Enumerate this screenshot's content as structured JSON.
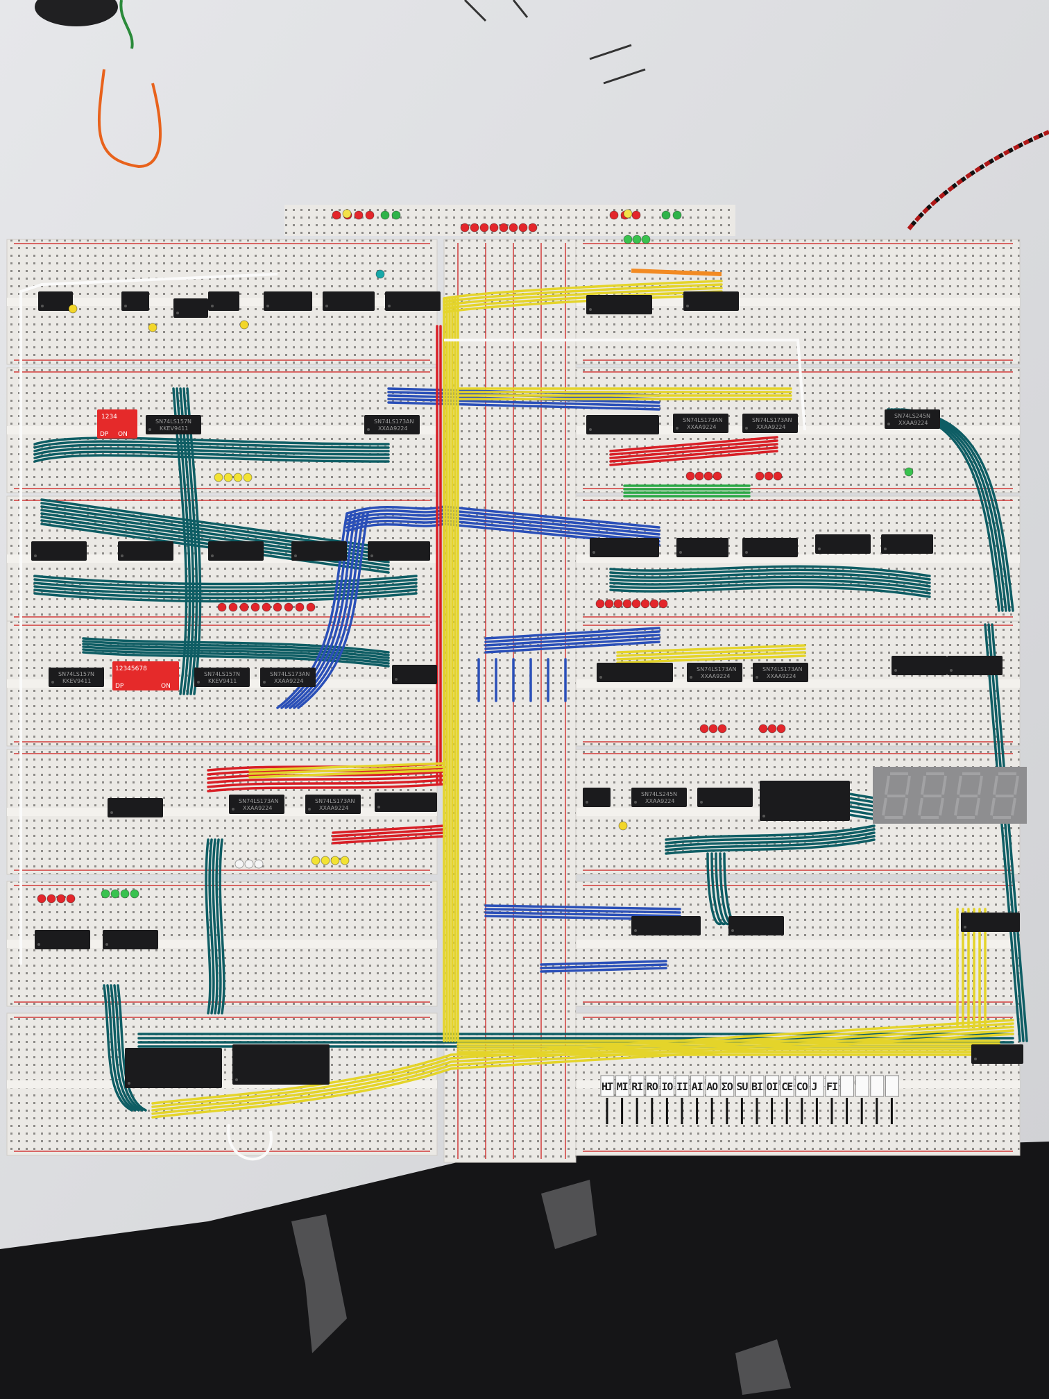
{
  "scene": {
    "subject": "breadboard-computer",
    "colors": {
      "table": "#dcdde0",
      "floor": "#141416",
      "breadboard": "#e9e7e3",
      "rail_red": "#d23a3a",
      "wire_teal": "#0e5d64",
      "wire_blue": "#2a4fb8",
      "wire_yellow": "#e4d42a",
      "wire_red": "#d81f26",
      "wire_green": "#2aa845",
      "chip": "#1b1b1d",
      "seven_segment": "#8c8c8e"
    }
  },
  "chips": {
    "ls173": "SN74LS173AN",
    "ls173_code": "XXAA9224",
    "ls157": "SN74LS157N",
    "ls157_code": "KKEV9411",
    "ls245": "SN74LS245N"
  },
  "dip_switches": {
    "small": {
      "label": "ON",
      "numbers": "1234",
      "side": "DP"
    },
    "large": {
      "label": "ON",
      "numbers": "12345678",
      "side": "DP"
    }
  },
  "control_signals": [
    "HLT",
    "MI",
    "RI",
    "RO",
    "IO",
    "II",
    "AI",
    "AO",
    "ΣO",
    "SU",
    "BI",
    "OI",
    "CE",
    "CO",
    "J",
    "FI",
    "",
    "",
    "",
    ""
  ]
}
